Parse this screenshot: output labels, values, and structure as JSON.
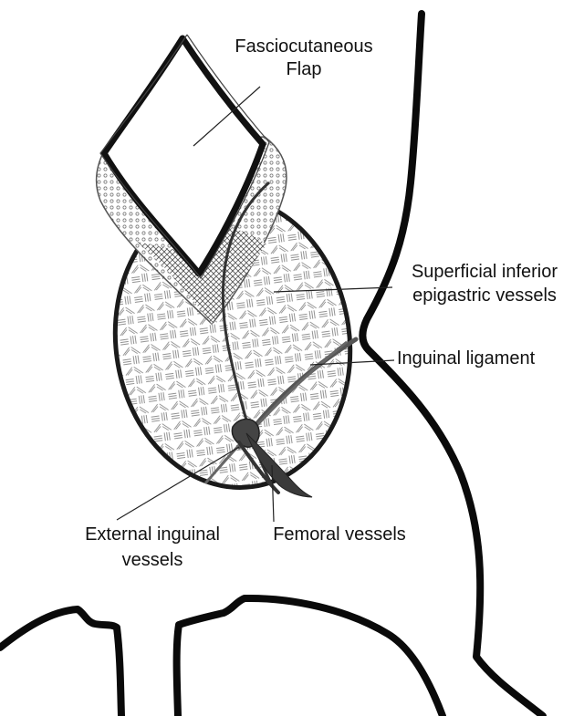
{
  "labels": {
    "flap_line1": "Fasciocutaneous",
    "flap_line2": "Flap",
    "sie_line1": "Superficial inferior",
    "sie_line2": "epigastric vessels",
    "inguinal_ligament": "Inguinal ligament",
    "ext_line1": "External inguinal",
    "ext_line2": "vessels",
    "femoral": "Femoral vessels"
  },
  "colors": {
    "ink": "#0a0a0a",
    "hatch": "#6e6e6e",
    "vessel": "#555555"
  }
}
